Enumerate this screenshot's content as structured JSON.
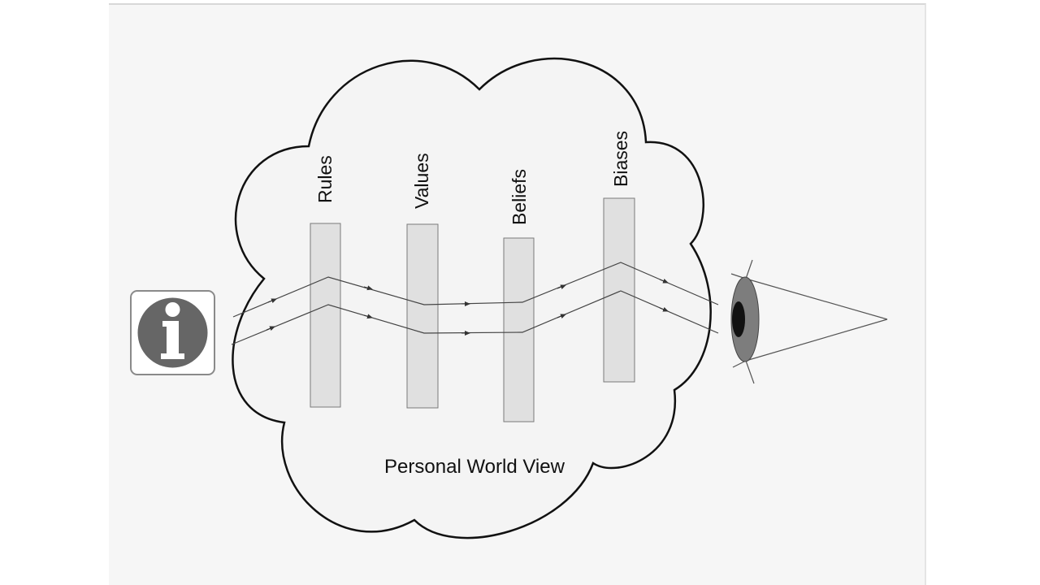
{
  "diagram": {
    "filters": [
      {
        "label": "Rules"
      },
      {
        "label": "Values"
      },
      {
        "label": "Beliefs"
      },
      {
        "label": "Biases"
      }
    ],
    "cloud_label": "Personal World View",
    "info_icon": "info-icon",
    "eye_icon": "eye-icon",
    "colors": {
      "cloud_fill": "#f4f4f4",
      "filter_fill": "#e0e0e0",
      "info_circle": "#666666",
      "eye_iris": "#7d7d7d",
      "eye_pupil": "#111111"
    }
  }
}
